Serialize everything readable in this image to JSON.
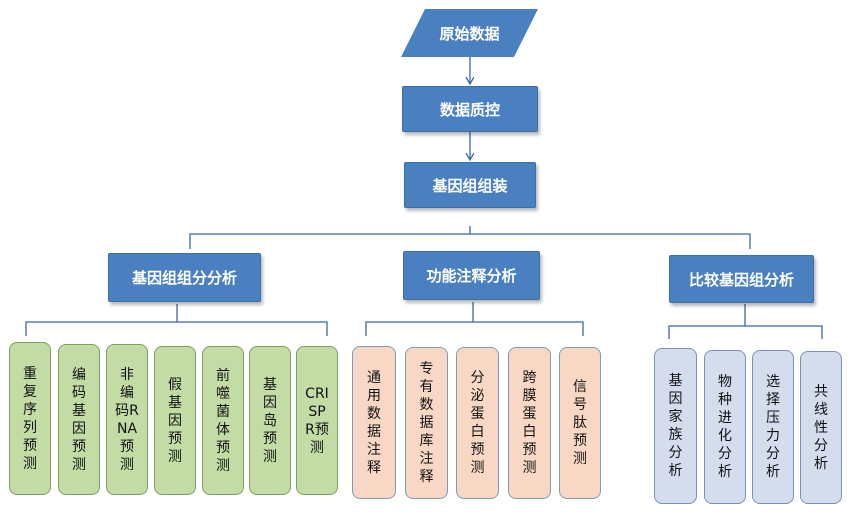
{
  "flow": {
    "raw_data": "原始数据",
    "qc": "数据质控",
    "assembly": "基因组组装"
  },
  "groups": [
    {
      "title": "基因组组分分析",
      "items": [
        "重复序列预测",
        "编码基因预测",
        "非编码RNA预测",
        "假基因预测",
        "前噬菌体预测",
        "基因岛预测",
        "CRISPR预测"
      ]
    },
    {
      "title": "功能注释分析",
      "items": [
        "通用数据注释",
        "专有数据库注释",
        "分泌蛋白预测",
        "跨膜蛋白预测",
        "信号肽预测"
      ]
    },
    {
      "title": "比较基因组分析",
      "items": [
        "基因家族分析",
        "物种进化分析",
        "选择压力分析",
        "共线性分析"
      ]
    }
  ],
  "colors": {
    "node_blue": "#4a80bf",
    "genomic_leaf": "#c3dca6",
    "functional_leaf": "#f8d8c4",
    "comparative_leaf": "#d4dcee",
    "line": "#3a67a6"
  }
}
